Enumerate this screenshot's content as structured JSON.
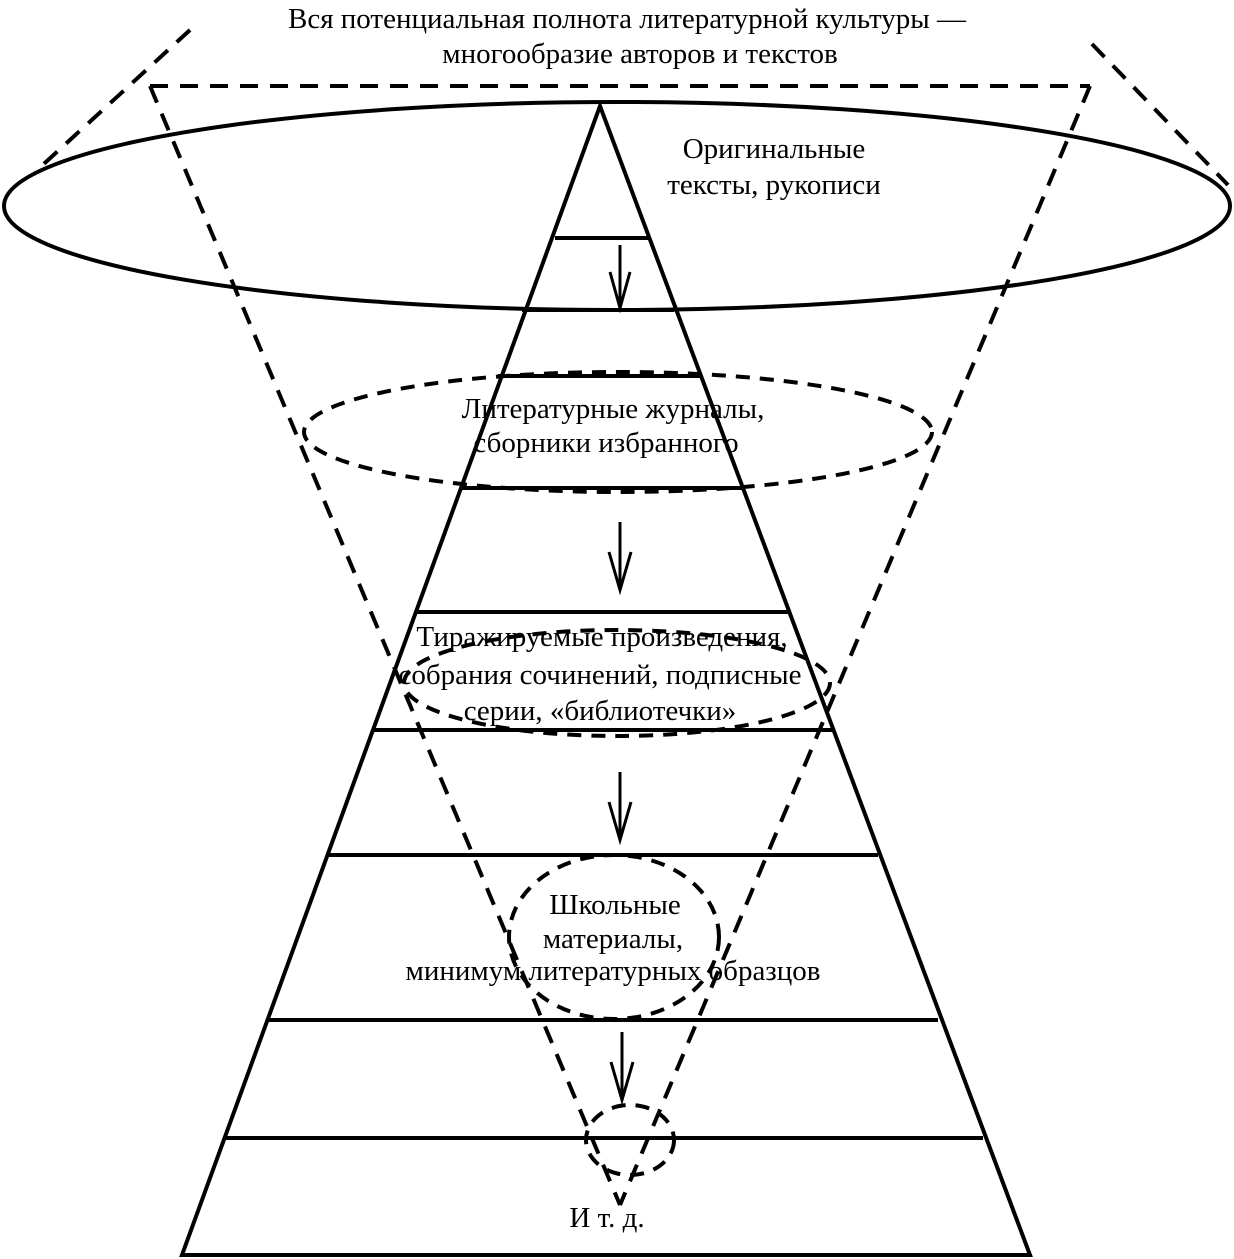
{
  "title": {
    "line1": "Вся потенциальная полнота литературной культуры —",
    "line2": "многообразие авторов и текстов"
  },
  "levels": [
    {
      "id": "originals",
      "lines": [
        "Оригинальные",
        "тексты, рукописи"
      ]
    },
    {
      "id": "journals",
      "lines": [
        "Литературные журналы,",
        "сборники избранного"
      ]
    },
    {
      "id": "mass",
      "lines": [
        "Тиражируемые произведения,",
        "собрания сочинений, подписные",
        "серии, «библиотечки»"
      ]
    },
    {
      "id": "school",
      "lines": [
        "Школьные",
        "материалы,",
        "минимум литературных образцов"
      ]
    },
    {
      "id": "etc",
      "lines": [
        "И т. д."
      ]
    }
  ],
  "colors": {
    "stroke": "#000000",
    "background": "#ffffff"
  }
}
